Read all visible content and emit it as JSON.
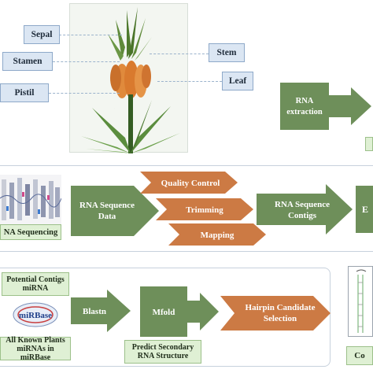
{
  "plant_labels": {
    "sepal": "Sepal",
    "stamen": "Stamen",
    "pistil": "Pistil",
    "stem": "Stem",
    "leaf": "Leaf"
  },
  "steps": {
    "rna_extraction": "RNA extraction",
    "rna_sequencing": "NA Sequencing",
    "rna_sequence_data": "RNA Sequence Data",
    "quality_control": "Quality Control",
    "trimming": "Trimming",
    "mapping": "Mapping",
    "rna_sequence_contigs": "RNA Sequence Contigs",
    "cut_right_letter": "E",
    "potential_contigs": "Potential Contigs miRNA",
    "mirbase_logo": "miRBase",
    "known_mirnas": "All Known Plants miRNAs in miRBase",
    "blastn": "Blastn",
    "mfold": "Mfold",
    "predict_secondary": "Predict Secondary RNA Structure",
    "hairpin_selection": "Hairpin Candidate Selection",
    "cut_bottom_right": "Co"
  },
  "colors": {
    "green_arrow": "#6e8f5a",
    "orange_arrow": "#cc7a44",
    "label_blue": "#dbe6f3",
    "label_green": "#dff0d4"
  }
}
